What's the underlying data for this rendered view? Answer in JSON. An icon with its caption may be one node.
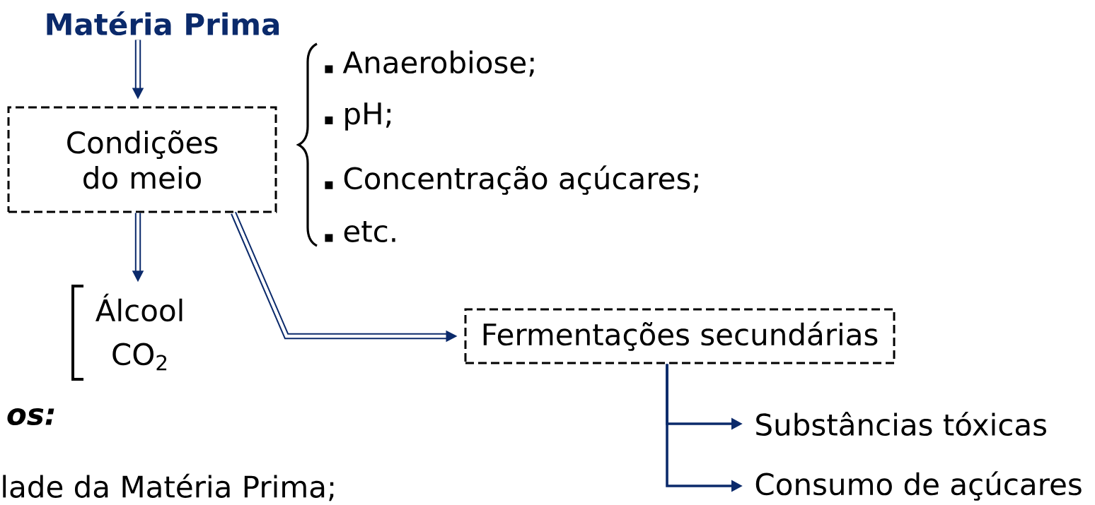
{
  "diagram": {
    "nodes": [
      {
        "text": [
          "Matéria Prima"
        ]
      },
      {
        "text": [
          "Condições do meio"
        ]
      },
      {
        "text": [
          "Álcool",
          "CO$_{2}$"
        ]
      },
      {
        "text": [
          "Fermentações secundárias"
        ]
      },
      {
        "text": [
          "Substâncias tóxicas"
        ]
      },
      {
        "text": [
          "Consumo de açúcares"
        ]
      }
    ],
    "edges": [
      {
        "from": 0,
        "to": 1,
        "arrow": "to"
      },
      {
        "from": 1,
        "to": 2,
        "arrow": "to"
      },
      {
        "from": 1,
        "to": 3,
        "arrow": "to"
      },
      {
        "from": 3,
        "to": 4,
        "arrow": "to"
      },
      {
        "from": 3,
        "to": 5,
        "arrow": "to"
      }
    ],
    "labels": [
      "Anaerobiose;",
      "pH;",
      "Concentração açúcares;",
      "etc.",
      "os:",
      "lade da Matéria Prima;"
    ]
  }
}
